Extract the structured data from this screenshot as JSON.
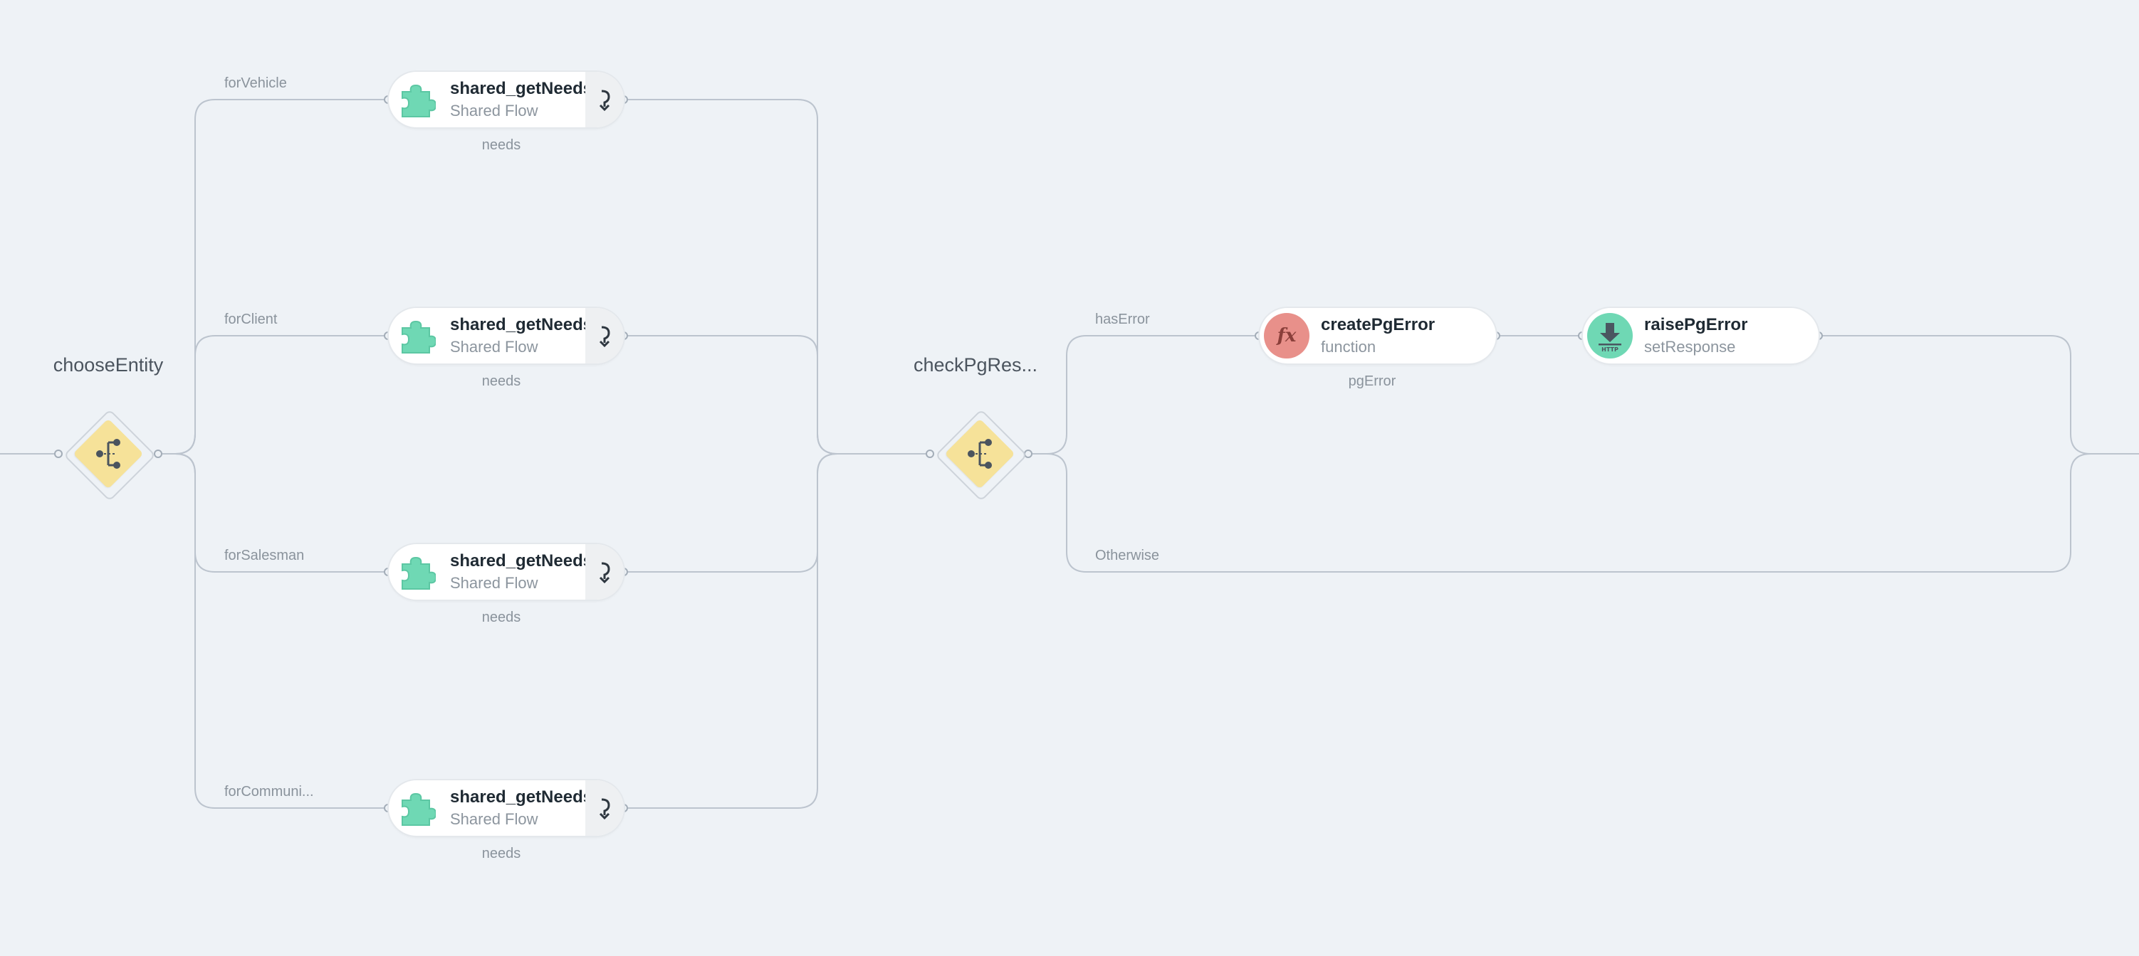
{
  "decisions": {
    "chooseEntity": {
      "title": "chooseEntity"
    },
    "checkPg": {
      "title": "checkPgRes..."
    }
  },
  "branches": {
    "forVehicle": "forVehicle",
    "forClient": "forClient",
    "forSalesman": "forSalesman",
    "forCommunity": "forCommuni...",
    "hasError": "hasError",
    "otherwise": "Otherwise"
  },
  "shared_nodes": [
    {
      "title": "shared_getNeeds",
      "subtitle": "Shared Flow",
      "output": "needs"
    },
    {
      "title": "shared_getNeeds",
      "subtitle": "Shared Flow",
      "output": "needs"
    },
    {
      "title": "shared_getNeeds",
      "subtitle": "Shared Flow",
      "output": "needs"
    },
    {
      "title": "shared_getNeeds",
      "subtitle": "Shared Flow",
      "output": "needs"
    }
  ],
  "create_node": {
    "title": "createPgError",
    "subtitle": "function",
    "output": "pgError",
    "icon": "fx-icon",
    "color": "#e8908a"
  },
  "raise_node": {
    "title": "raisePgError",
    "subtitle": "setResponse",
    "icon": "http-download-icon",
    "color": "#6fd8b4"
  },
  "colors": {
    "background": "#eef2f6",
    "connector": "#bcc4ce",
    "decision": "#f6e299",
    "shared_flow": "#6fd8b4"
  }
}
